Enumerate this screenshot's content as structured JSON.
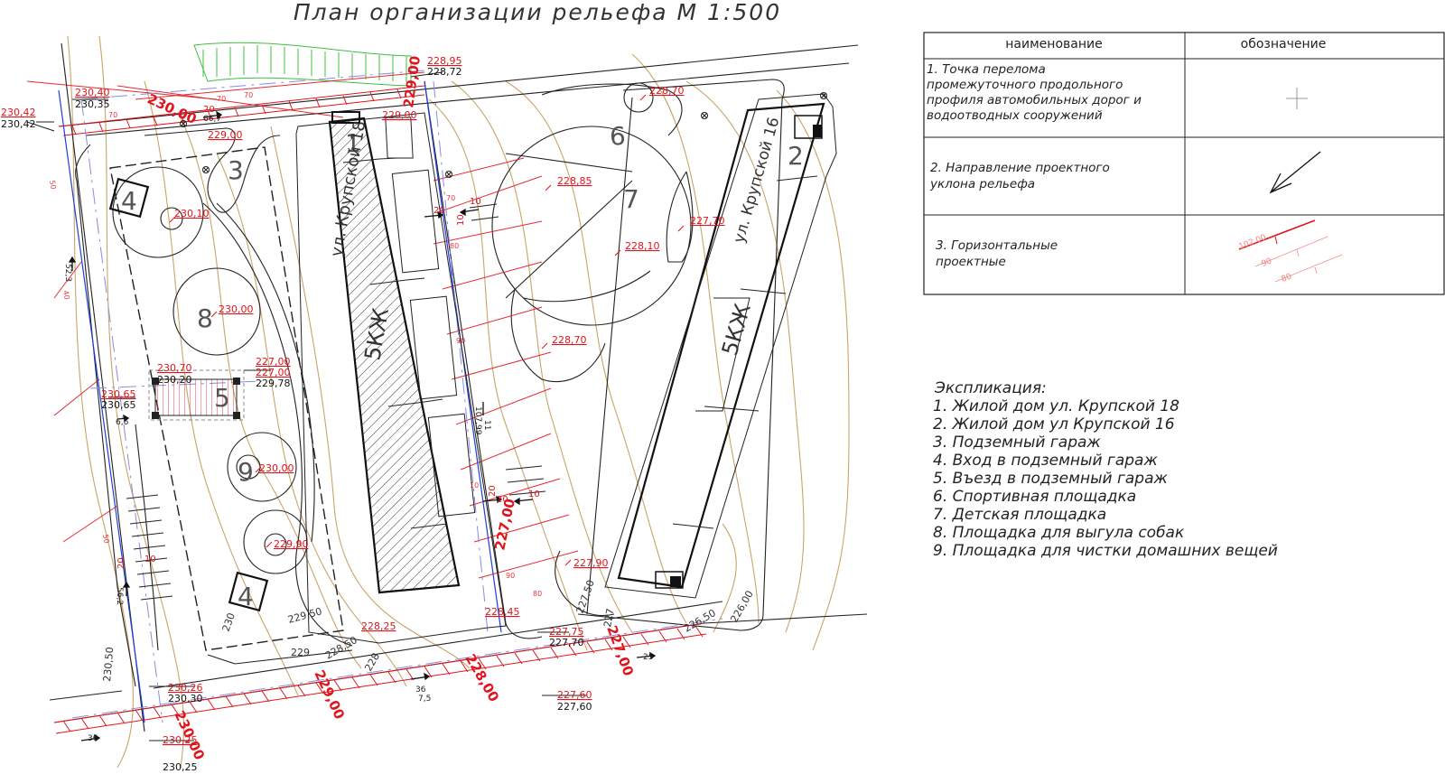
{
  "title": "План организации рельефа  М 1:500",
  "legend": {
    "header_name": "наименование",
    "header_symbol": "обозначение",
    "row1": [
      "1. Точка перелома",
      "промежуточного продольного",
      "профиля автомобильных дорог и",
      "водоотводных сооружений"
    ],
    "row2": [
      "2. Направление проектного",
      "уклона рельефа"
    ],
    "row3": [
      "3. Горизонтальные",
      "проектные"
    ],
    "sample_contours": [
      "102.00",
      "90",
      "80"
    ]
  },
  "explication": {
    "heading": "Экспликация:",
    "items": [
      "1. Жилой дом ул. Крупской 18",
      "2. Жилой дом ул Крупской 16",
      "3. Подземный гараж",
      "4. Вход в подземный гараж",
      "5. Въезд в подземный гараж",
      "6. Спортивная площадка",
      "7. Детская площадка",
      "8. Площадка для выгула собак",
      "9. Площадка для чистки домашних вещей"
    ]
  },
  "building_labels": {
    "street_18": "ул. Крупской 18",
    "street_16": "ул. Крупской 16",
    "floors_a": "5КЖ",
    "floors_b": "5КЖ"
  },
  "zone_numbers": [
    "1",
    "2",
    "3",
    "4",
    "4",
    "5",
    "6",
    "7",
    "8",
    "9"
  ],
  "red_marks": [
    "230,40",
    "230,42",
    "228,95",
    "229,00",
    "229,00",
    "228,70",
    "230,10",
    "228,85",
    "227,70",
    "228,10",
    "230,00",
    "228,70",
    "230,70",
    "227,00",
    "227,00",
    "230,65",
    "230,00",
    "229,90",
    "227,90",
    "228,25",
    "228,45",
    "227,75",
    "227,60",
    "230,26",
    "230,25"
  ],
  "black_marks": [
    "230,35",
    "230,42",
    "228,72",
    "230,20",
    "229,78",
    "230,65",
    "227,70",
    "227,60",
    "230,30",
    "230,25"
  ],
  "contour_labels_big": [
    "230,00",
    "229,00",
    "227,00",
    "228,00",
    "229,00",
    "230,00",
    "227,00"
  ],
  "contour_labels_small": [
    "230",
    "229,50",
    "229",
    "228,50",
    "228",
    "227,50",
    "227",
    "226,50",
    "226,00",
    "230,50"
  ],
  "slope_labels": [
    "20",
    "10",
    "20",
    "10",
    "20",
    "10",
    "20",
    "10",
    "20",
    "66,7",
    "11",
    "107,99",
    "52,3",
    "56,2",
    "6,6",
    "36",
    "7,5",
    "36",
    "25"
  ],
  "colors": {
    "red": "#e0141c",
    "contour": "#c8a46a",
    "blue": "#1f3fd6",
    "green": "#3fbf3f",
    "line": "#222222"
  }
}
